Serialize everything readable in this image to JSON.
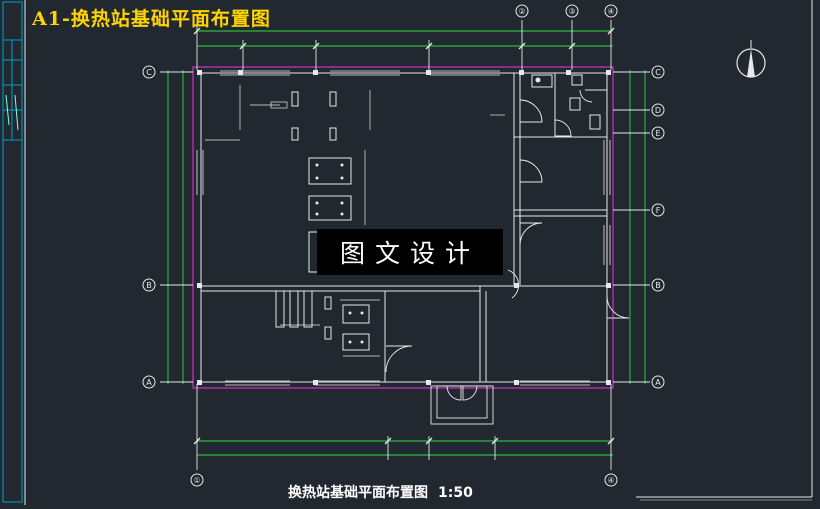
{
  "banner_title": "A1-换热站基础平面布置图",
  "watermark": "图文设计",
  "drawing_caption": "换热站基础平面布置图",
  "drawing_scale": "1:50",
  "axes": {
    "top": [
      "②",
      "③",
      "④"
    ],
    "bottom": [
      "①",
      "④"
    ],
    "left": [
      "C",
      "B",
      "A"
    ],
    "right": [
      "C",
      "D",
      "E",
      "F",
      "B",
      "A"
    ]
  },
  "colors": {
    "background": "#212830",
    "lines": "#e8e8e8",
    "dimensions": "#33dd44",
    "border": "#c030c0",
    "banner": "#ffd400",
    "strip": "#00a0c8"
  }
}
